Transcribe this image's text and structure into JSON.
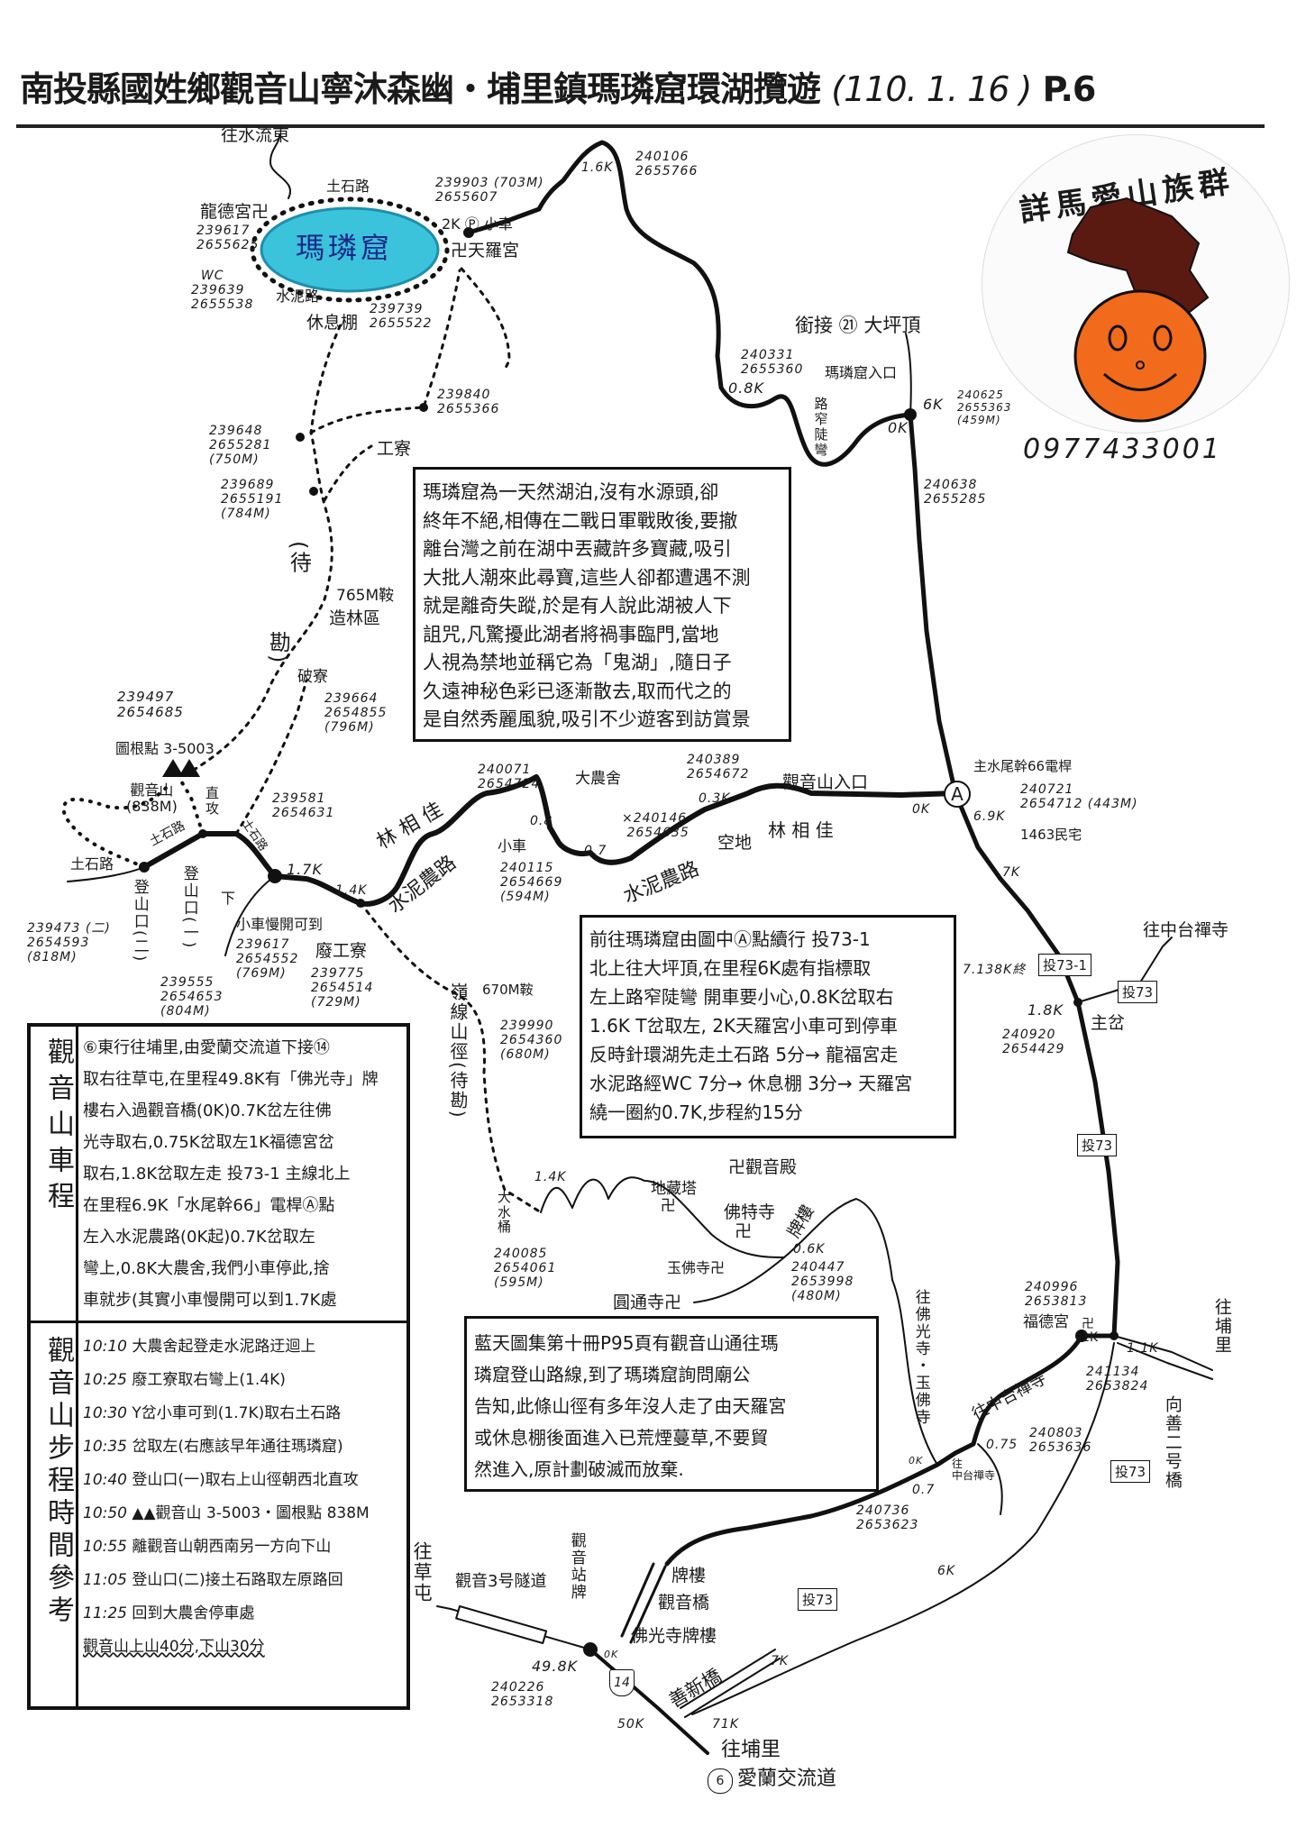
{
  "title": {
    "main": "南投縣國姓鄉觀音山寧沐森幽・埔里鎮瑪璘窟環湖攬遊",
    "date": "(110. 1. 16 )",
    "page": "P.6"
  },
  "logo": {
    "text": "詳馬愛山族群",
    "phone": "0977433001"
  },
  "lake_name": "瑪璘窟",
  "map": {
    "to_shuiliudong": "往水流東",
    "dirt_road_lake": "土石路",
    "longde_temple": "龍德宮卍",
    "longde_coord": "239617\n2655625",
    "wc_coord": "  WC\n239639\n2655538",
    "cement_road_lake": "水泥路",
    "rest_shed": "休息棚",
    "rest_coord": "239739\n2655522",
    "tianluo_coord": "239903 (703M)\n2655607",
    "two_k_parking": "2K Ⓟ 小車",
    "tianluo_temple": "卍天羅宮",
    "k16": "1.6K",
    "k16_coord": "240106\n2655766",
    "dapingding": "銜接 ㉑ 大坪頂",
    "k08_coord": "240331\n2655360",
    "k08": "0.8K",
    "malin_entrance": "瑪璘窟入口",
    "narrow_steep": "路窄陡彎",
    "zero_k_top": "0K",
    "six_k": "6K",
    "six_k_coord": "240625\n2655363\n(459M)",
    "coord_240638": "240638\n2655285",
    "coord_239840": "239840\n2655366",
    "work_shed": "工寮",
    "coord_239648": "239648\n2655281\n(750M)",
    "coord_239689": "239689\n2655191\n(784M)",
    "pending_1": "(待",
    "pending_2": "勘)",
    "saddle_765": "765M鞍",
    "forest_area": "造林區",
    "broken_shed": "破寮",
    "coord_239664": "239664\n2654855\n(796M)",
    "coord_239497": "239497\n2654685",
    "triangulation": "圖根點 3-5003",
    "guanyin_peak": "觀音山\n(838M)",
    "direct_attack": "直\n攻",
    "dirt_road_1": "土石路",
    "dirt_road_2": "土石路",
    "dirt_road_3": "土石路",
    "trailhead_2": "登山口(二)",
    "trailhead_1": "登山口(一)",
    "down": "下",
    "coord_239473": "239473 (二)\n2654593\n(818M)",
    "coord_239555": "239555\n2654653\n(804M)",
    "coord_239581": "239581\n2654631",
    "k17": "1.7K",
    "slow_car": "小車慢開可到",
    "coord_239617b": "239617\n2654552\n(769M)",
    "abandoned_shed": "廢工寮",
    "coord_239775": "239775\n2654514\n(729M)",
    "k14": "1.4K",
    "good_forest_1": "林 相 佳",
    "cement_farm_road_1": "水泥農路",
    "coord_240071": "240071\n2654724",
    "big_farmhouse": "大農舍",
    "k08b": "0.8",
    "small_car": "小車",
    "coord_240115": "240115\n2654669\n(594M)",
    "coord_240146": "×240146\n 2654635",
    "k07": "0.7",
    "cement_farm_road_2": "水泥農路",
    "coord_240389": "240389\n2654672",
    "k03": "0.3K",
    "open_space": "空地",
    "guanyin_entrance": "觀音山入口",
    "good_forest_2": "林 相 佳",
    "point_a": "A",
    "pole": "主水尾幹66電桿",
    "zero_k_a": "0K",
    "k69": "6.9K",
    "coord_240721": "240721\n2654712 (443M)",
    "house_1463": "1463民宅",
    "k7": "7K",
    "to_zhongtai_1": "往中台禪寺",
    "end_7138": "7.138K終",
    "tou731": "投73-1",
    "tou73_a": "投73",
    "k18": "1.8K",
    "main_fork": "主岔",
    "coord_240920": "240920\n2654429",
    "tou73_b": "投73",
    "ridge_trail": "嶺線山徑(待勘)",
    "saddle_670": "670M鞍",
    "coord_239990": "239990\n2654360\n(680M)",
    "k14b": "1.4K",
    "water_tank": "大\n水\n桶",
    "coord_240085": "240085\n2654061\n(595M)",
    "dizang_tower": "地藏塔\n  卍",
    "guanyin_hall": "卍觀音殿",
    "foji_temple": "佛特寺\n  卍",
    "archway_1": "牌樓",
    "k06": "0.6K",
    "coord_240447": "240447\n2653998\n(480M)",
    "yufo_temple": "玉佛寺卍",
    "yuantong_temple": "圓通寺卍",
    "to_foguang": "往佛光寺・玉佛寺",
    "coord_240996": "240996\n2653813",
    "fude_temple": "福德宮",
    "one_k": "卍\n1K",
    "to_zhongtai_2": "往中台禪寺",
    "k11": "1.1K",
    "coord_241134": "241134\n2653824",
    "to_puli_1": "往埔里",
    "xiangshan_bridge": "向善二号橋",
    "coord_240803": "240803\n2653636",
    "k075": "0.75",
    "tou73_c": "投73",
    "zero_k_fo": "0K",
    "k07b": "0.7",
    "to_zhongtai_3": "往\n中台禪寺",
    "coord_240736": "240736\n2653623",
    "six_k_b": "6K",
    "tou73_d": "投73",
    "to_caotun": "往草屯",
    "tunnel": "觀音3号隧道",
    "bus_stop": "觀音站牌",
    "archway_2": "牌樓",
    "guanyin_bridge": "觀音橋",
    "foguang_archway": "佛光寺牌樓",
    "zero_k_bridge": "0K",
    "k498": "49.8K",
    "coord_240226": "240226\n2653318",
    "shanxin_bridge": "善新橋",
    "k7b": "7K",
    "k71": "71K",
    "k50": "50K",
    "route_14": "14",
    "to_puli_2": "往埔里",
    "ailan_num": "6",
    "ailan": "愛蘭交流道"
  },
  "story_box": {
    "lines": [
      "瑪璘窟為一天然湖泊,沒有水源頭,卻",
      "終年不絕,相傳在二戰日軍戰敗後,要撤",
      "離台灣之前在湖中丟藏許多寶藏,吸引",
      "大批人潮來此尋寶,這些人卻都遭遇不測",
      "就是離奇失蹤,於是有人說此湖被人下",
      "詛咒,凡驚擾此湖者將禍事臨門,當地",
      "人視為禁地並稱它為「鬼湖」,隨日子",
      "久遠神秘色彩已逐漸散去,取而代之的",
      "是自然秀麗風貌,吸引不少遊客到訪賞景"
    ]
  },
  "route_box": {
    "lines": [
      "前往瑪璘窟由圖中Ⓐ點續行 投73-1",
      "北上往大坪頂,在里程6K處有指標取",
      "左上路窄陡彎 開車要小心,0.8K岔取右",
      "1.6K T岔取左, 2K天羅宮小車可到停車",
      "反時針環湖先走土石路 5分→ 龍福宮走",
      "水泥路經WC 7分→ 休息棚 3分→ 天羅宮",
      "繞一圈約0.7K,步程約15分"
    ]
  },
  "drive_box": {
    "heading": "觀音山車程",
    "lines": [
      "⑥東行往埔里,由愛蘭交流道下接⑭",
      "取右往草屯,在里程49.8K有「佛光寺」牌",
      "樓右入過觀音橋(0K)0.7K岔左往佛",
      "光寺取右,0.75K岔取左1K福德宮岔",
      "取右,1.8K岔取左走 投73-1 主線北上",
      "在里程6.9K「水尾幹66」電桿Ⓐ點",
      "左入水泥農路(0K起)0.7K岔取左",
      "彎上,0.8K大農舍,我們小車停此,捨",
      "車就步(其實小車慢開可以到1.7K處"
    ]
  },
  "hike_box": {
    "heading": "觀音山步程時間參考",
    "rows": [
      {
        "time": "10:10",
        "text": "大農舍起登走水泥路迂迴上"
      },
      {
        "time": "10:25",
        "text": "廢工寮取右彎上(1.4K)"
      },
      {
        "time": "10:30",
        "text": "Y岔小車可到(1.7K)取右土石路"
      },
      {
        "time": "10:35",
        "text": "岔取左(右應該早年通往瑪璘窟)"
      },
      {
        "time": "10:40",
        "text": "登山口(一)取右上山徑朝西北直攻"
      },
      {
        "time": "10:50",
        "text": "▲▲觀音山 3-5003・圖根點 838M"
      },
      {
        "time": "10:55",
        "text": "離觀音山朝西南另一方向下山"
      },
      {
        "time": "11:05",
        "text": "登山口(二)接土石路取左原路回"
      },
      {
        "time": "11:25",
        "text": "回到大農舍停車處"
      }
    ],
    "summary": "觀音山上山40分,下山30分"
  },
  "blue_box": {
    "lines": [
      "藍天圖集第十冊P95頁有觀音山通往瑪",
      "璘窟登山路線,到了瑪璘窟詢問廟公",
      "告知,此條山徑有多年沒人走了由天羅宮",
      "或休息棚後面進入已荒煙蔓草,不要貿",
      "然進入,原計劃破滅而放棄."
    ]
  },
  "colors": {
    "lake": "#3cc3dc",
    "lake_edge": "#1e8fae",
    "horse": "#5a1a12",
    "face": "#f26a1b",
    "ink": "#111111"
  }
}
